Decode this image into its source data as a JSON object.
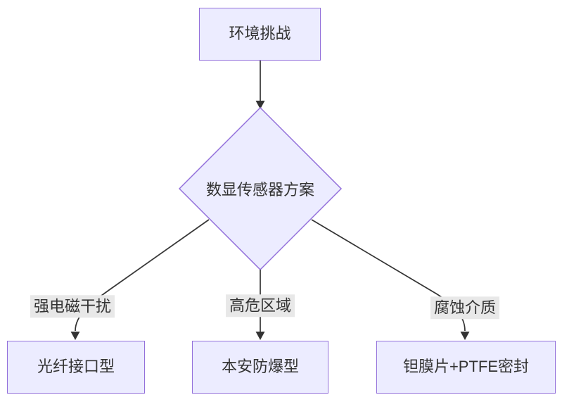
{
  "diagram": {
    "type": "flowchart-top-down",
    "colors": {
      "background": "#ffffff",
      "node_fill": "#ECECFF",
      "node_border": "#9370DB",
      "edge_line": "#333333",
      "text": "#333333",
      "edge_label_bg": "#e8e8e8"
    },
    "nodes": {
      "root": {
        "label": "环境挑战",
        "shape": "rect"
      },
      "decision": {
        "label": "数显传感器方案",
        "shape": "diamond"
      },
      "fiber": {
        "label": "光纤接口型",
        "shape": "rect"
      },
      "intrinsic": {
        "label": "本安防爆型",
        "shape": "rect"
      },
      "tantalum": {
        "label": "钽膜片+PTFE密封",
        "shape": "rect"
      }
    },
    "edges": [
      {
        "from": "root",
        "to": "decision",
        "label": ""
      },
      {
        "from": "decision",
        "to": "fiber",
        "label": "强电磁干扰"
      },
      {
        "from": "decision",
        "to": "intrinsic",
        "label": "高危区域"
      },
      {
        "from": "decision",
        "to": "tantalum",
        "label": "腐蚀介质"
      }
    ]
  }
}
